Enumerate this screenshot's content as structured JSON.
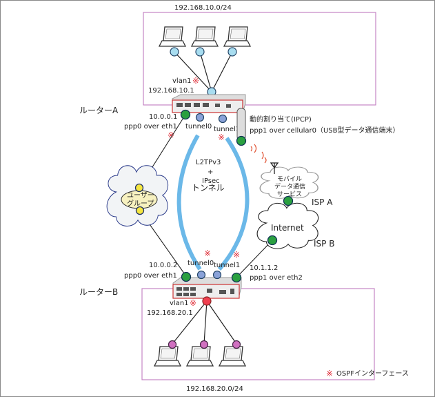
{
  "colors": {
    "lan_box": "#c585c5",
    "tunnel": "#6bb8e8",
    "wan_node": "#2aa040",
    "tunnel_node": "#8aa2d8",
    "lan_a_node": "#a8ddf0",
    "lan_b_node": "#d070c0",
    "vlan_b_node": "#f04050",
    "user_node": "#f5e640",
    "ospf_mark": "#e0303a"
  },
  "network_a": {
    "subnet": "192.168.10.0/24",
    "vlan": "vlan1",
    "vlan_ip": "192.168.10.1"
  },
  "network_b": {
    "subnet": "192.168.20.0/24",
    "vlan": "vlan1",
    "vlan_ip": "192.168.20.1"
  },
  "router_a": {
    "name": "ルーターA",
    "eth1_ip": "10.0.0.1",
    "eth1_if": "ppp0 over eth1",
    "tunnel0": "tunnel0",
    "tunnel1": "tunnel1",
    "cell_note": "動的割り当て(IPCP)",
    "cell_if": "ppp1 over cellular0（USB型データ通信端末）"
  },
  "router_b": {
    "name": "ルーターB",
    "eth1_ip": "10.0.0.2",
    "eth1_if": "ppp0 over eth1",
    "tunnel0": "tunnel0",
    "tunnel1": "tunnel1",
    "eth2_ip": "10.1.1.2",
    "eth2_if": "ppp1 over eth2"
  },
  "tunnel_label": [
    "L2TPv3",
    "+",
    "IPsec",
    "トンネル"
  ],
  "user_group": [
    "ユーザー",
    "グループ"
  ],
  "mobile": [
    "モバイル",
    "データ通信",
    "サービス"
  ],
  "internet": "Internet",
  "isp_a": "ISP A",
  "isp_b": "ISP B",
  "ospf_mark": "※",
  "legend": "OSPFインターフェース"
}
